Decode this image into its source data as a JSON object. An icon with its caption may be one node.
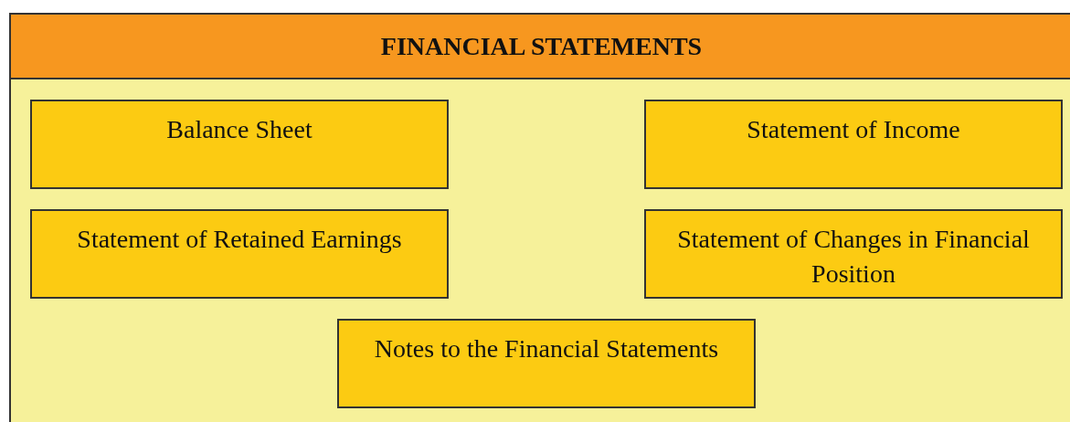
{
  "diagram": {
    "nodes": [
      {
        "text": [
          "FINANCIAL STATEMENTS"
        ]
      },
      {
        "text": [
          "Balance Sheet"
        ],
        "in": 0
      },
      {
        "text": [
          "Statement of Income"
        ],
        "in": 0
      },
      {
        "text": [
          "Statement of Retained Earnings"
        ],
        "in": 0
      },
      {
        "text": [
          "Statement of Changes in Financial Position"
        ],
        "in": 0
      },
      {
        "text": [
          "Notes to the Financial Statements"
        ],
        "in": 0
      }
    ]
  }
}
